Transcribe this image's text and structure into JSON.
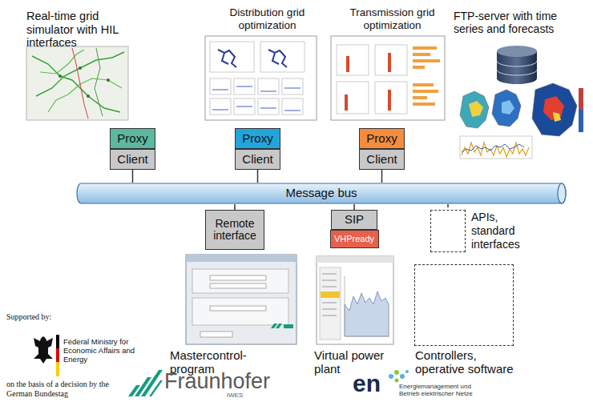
{
  "diagram": {
    "nodes": [
      {
        "text": [
          "Proxy"
        ]
      },
      {
        "text": [
          "Client"
        ]
      },
      {
        "text": [
          "Proxy"
        ]
      },
      {
        "text": [
          "Client"
        ]
      },
      {
        "text": [
          "Proxy"
        ]
      },
      {
        "text": [
          "Client"
        ]
      },
      {
        "text": [
          "Message bus"
        ]
      },
      {
        "text": [
          "Remote interface"
        ]
      },
      {
        "text": [
          "SIP"
        ]
      },
      {
        "text": [
          "VHPready"
        ]
      },
      {
        "text": [
          "APIs, standard interfaces"
        ]
      },
      {
        "text": [
          "Controllers, operative software"
        ]
      }
    ],
    "edges": [
      {
        "from": 1,
        "to": 6,
        "arrow": "none"
      },
      {
        "from": 3,
        "to": 6,
        "arrow": "none"
      },
      {
        "from": 5,
        "to": 6,
        "arrow": "none"
      },
      {
        "from": 6,
        "to": 7,
        "arrow": "none"
      },
      {
        "from": 6,
        "to": 8,
        "arrow": "none"
      },
      {
        "from": 6,
        "to": 10,
        "arrow": "none"
      }
    ],
    "labels": [
      "Real-time grid simulator with HIL interfaces",
      "Distribution grid optimization",
      "Transmission grid optimization",
      "FTP-server with time series and forecasts",
      "Mastercontrol-program",
      "Virtual power plant",
      "Supported by:",
      "Federal Ministry for Economic Affairs and Energy",
      "on the basis of a decision by the German Bundestag",
      "Fraunhofer",
      "IWES",
      "en",
      "Energiemanagement und Betrieb elektrischer Netze"
    ]
  }
}
